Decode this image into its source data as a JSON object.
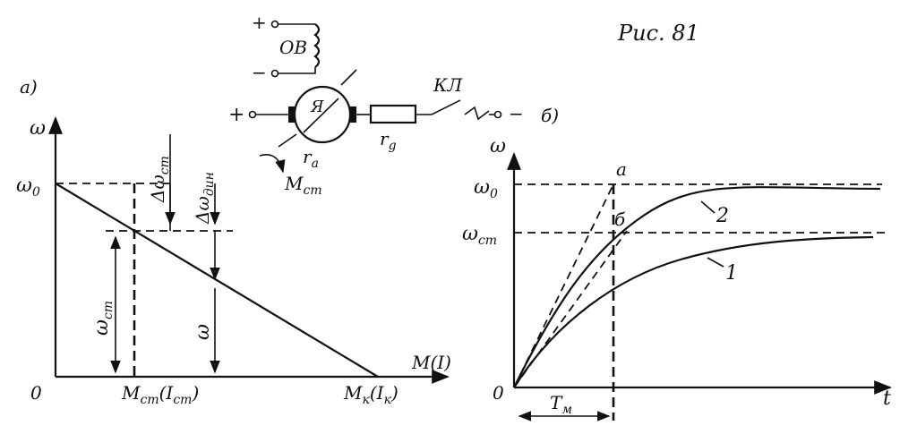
{
  "figure": {
    "caption": "Рис. 81"
  },
  "circuit": {
    "field_plus": "+",
    "field_minus": "−",
    "field_winding": "ОВ",
    "armature_plus": "+",
    "armature": "Я",
    "armature_resistance": "r",
    "armature_resistance_sub": "a",
    "added_resistance": "r",
    "added_resistance_sub": "g",
    "contactor": "КЛ",
    "armature_minus": "−",
    "static_torque": "M",
    "static_torque_sub": "ст"
  },
  "panel_a": {
    "label": "а)",
    "y_axis_label": "ω",
    "x_axis_label": "M(I)",
    "origin": "0",
    "omega0": "ω",
    "omega0_sub": "0",
    "delta_omega_st": "Δω",
    "delta_omega_st_sub": "ст",
    "delta_omega_dyn": "Δω",
    "delta_omega_dyn_sub": "дин",
    "omega_st": "ω",
    "omega_st_sub": "ст",
    "omega": "ω",
    "m_st": "M",
    "m_st_sub": "ст",
    "i_st": "(I",
    "i_st_sub": "ст",
    "i_st_close": ")",
    "m_k": "M",
    "m_k_sub": "к",
    "i_k": "(I",
    "i_k_sub": "к",
    "i_k_close": ")"
  },
  "panel_b": {
    "label": "б)",
    "y_axis_label": "ω",
    "x_axis_label": "t",
    "origin": "0",
    "omega0": "ω",
    "omega0_sub": "0",
    "omega_st": "ω",
    "omega_st_sub": "ст",
    "point_a": "а",
    "point_b": "б",
    "curve1": "1",
    "curve2": "2",
    "tm": "T",
    "tm_sub": "м"
  }
}
